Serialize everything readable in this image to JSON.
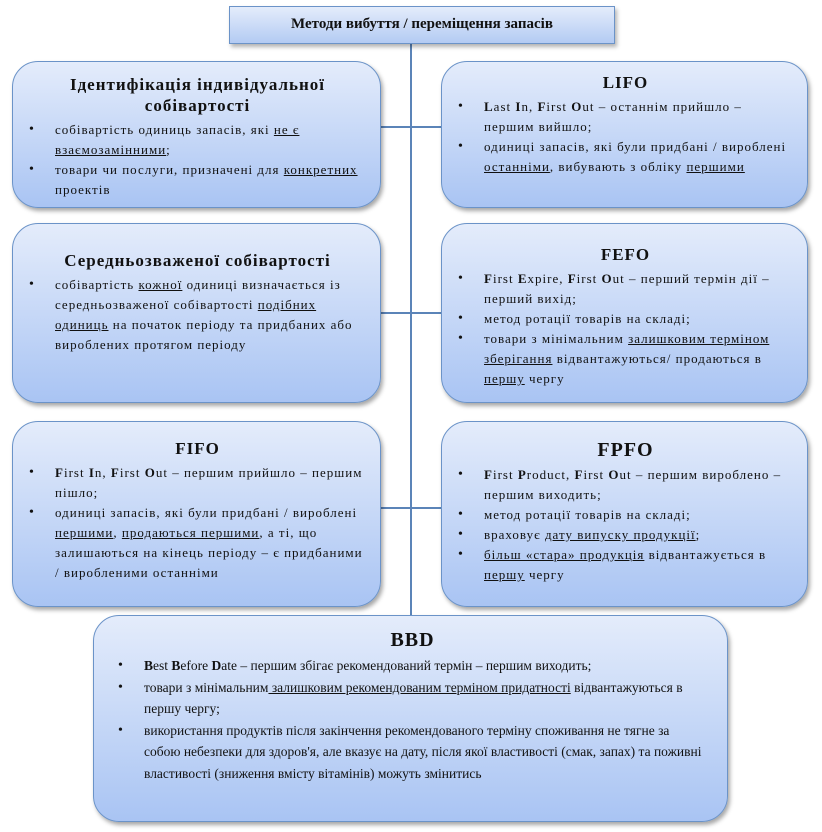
{
  "title": "Методи вибуття / переміщення запасів",
  "boxes": [
    {
      "id": "identification",
      "heading": "Ідентифікація  індивідуальної собівартості",
      "bullets": [
        [
          {
            "t": "собівартість одиниць запасів, які "
          },
          {
            "t": "не є взаємозамінними",
            "u": 1
          },
          {
            "t": ";"
          }
        ],
        [
          {
            "t": "товари чи послуги, призначені для "
          },
          {
            "t": "конкретних",
            "u": 1
          },
          {
            "t": " проектів"
          }
        ]
      ]
    },
    {
      "id": "lifo",
      "heading": "LIFO",
      "bullets": [
        [
          {
            "t": "L",
            "b": 1
          },
          {
            "t": "ast "
          },
          {
            "t": "I",
            "b": 1
          },
          {
            "t": "n, "
          },
          {
            "t": "F",
            "b": 1
          },
          {
            "t": "irst "
          },
          {
            "t": "O",
            "b": 1
          },
          {
            "t": "ut – останнім прийшло – першим вийшло;"
          }
        ],
        [
          {
            "t": "одиниці запасів, які були придбані / вироблені"
          },
          {
            "t": " останніми",
            "u": 1
          },
          {
            "t": ", вибувають з обліку "
          },
          {
            "t": "першими",
            "u": 1
          }
        ]
      ]
    },
    {
      "id": "weighted-average",
      "heading": "Середньозваженої  собівартості",
      "bullets": [
        [
          {
            "t": "собівартість "
          },
          {
            "t": "кожної",
            "u": 1
          },
          {
            "t": " одиниці визначається із середньозваженої собівартості "
          },
          {
            "t": "подібних одиниць",
            "u": 1
          },
          {
            "t": " на початок періоду та придбаних або вироблених протягом періоду"
          }
        ]
      ]
    },
    {
      "id": "fefo",
      "heading": "FEFO",
      "bullets": [
        [
          {
            "t": "F",
            "b": 1
          },
          {
            "t": "irst "
          },
          {
            "t": "E",
            "b": 1
          },
          {
            "t": "xpire, "
          },
          {
            "t": "F",
            "b": 1
          },
          {
            "t": "irst "
          },
          {
            "t": "O",
            "b": 1
          },
          {
            "t": "ut – перший термін дії – перший вихід;"
          }
        ],
        [
          {
            "t": "метод ротації товарів на складі;"
          }
        ],
        [
          {
            "t": "товари з мінімальним "
          },
          {
            "t": "залишковим терміном зберігання",
            "u": 1
          },
          {
            "t": " відвантажуються/ продаються в "
          },
          {
            "t": "першу",
            "u": 1
          },
          {
            "t": " чергу"
          }
        ]
      ]
    },
    {
      "id": "fifo",
      "heading": "FIFO",
      "bullets": [
        [
          {
            "t": "F",
            "b": 1
          },
          {
            "t": "irst "
          },
          {
            "t": "I",
            "b": 1
          },
          {
            "t": "n, "
          },
          {
            "t": "F",
            "b": 1
          },
          {
            "t": "irst "
          },
          {
            "t": "O",
            "b": 1
          },
          {
            "t": "ut – першим прийшло – першим пішло;"
          }
        ],
        [
          {
            "t": "одиниці запасів, які були придбані / вироблені"
          },
          {
            "t": " першими",
            "u": 1
          },
          {
            "t": ", "
          },
          {
            "t": "продаються першими",
            "u": 1
          },
          {
            "t": ", а ті, що залишаються  на кінець періоду – є придбаними / виробленими  останніми"
          }
        ]
      ]
    },
    {
      "id": "fpfo",
      "heading": "FPFO",
      "bullets": [
        [
          {
            "t": " F",
            "b": 1
          },
          {
            "t": "irst "
          },
          {
            "t": "P",
            "b": 1
          },
          {
            "t": "roduct, "
          },
          {
            "t": "F",
            "b": 1
          },
          {
            "t": "irst "
          },
          {
            "t": "O",
            "b": 1
          },
          {
            "t": "ut – першим вироблено – першим виходить;"
          }
        ],
        [
          {
            "t": "метод ротації товарів на складі;"
          }
        ],
        [
          {
            "t": "враховує "
          },
          {
            "t": "дату випуску продукції",
            "u": 1
          },
          {
            "t": ";"
          }
        ],
        [
          {
            "t": "більш «стара» продукція",
            "u": 1
          },
          {
            "t": " відвантажується в "
          },
          {
            "t": "першу",
            "u": 1
          },
          {
            "t": " чергу"
          }
        ]
      ]
    },
    {
      "id": "bbd",
      "heading": "BBD",
      "bullets": [
        [
          {
            "t": "B",
            "b": 1
          },
          {
            "t": "est "
          },
          {
            "t": "B",
            "b": 1
          },
          {
            "t": "efore "
          },
          {
            "t": "D",
            "b": 1
          },
          {
            "t": "ate – першим збігає рекомендований термін – першим виходить;"
          }
        ],
        [
          {
            "t": "товари з мінімальним"
          },
          {
            "t": " залишковим рекомендованим терміном придатності",
            "u": 1
          },
          {
            "t": " відвантажуються в першу чергу;"
          }
        ],
        [
          {
            "t": "використання продуктів після закінчення рекомендованого терміну споживання не тягне за собою небезпеки для здоров'я, але вказує на дату, після якої властивості (смак, запах) та поживні властивості (зниження вмісту вітамінів) можуть змінитись"
          }
        ]
      ]
    }
  ]
}
